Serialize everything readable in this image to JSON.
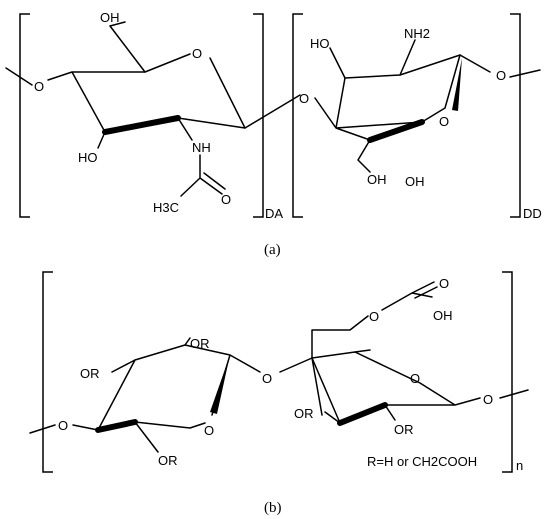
{
  "panel_a": {
    "caption": "(a)",
    "labels": {
      "left_o": "O",
      "oh_top": "OH",
      "ring1_o": "O",
      "oh_left": "HO",
      "nh": "NH",
      "carbonyl_o": "O",
      "methyl": "H3C",
      "link_o": "O",
      "ho_top": "HO",
      "nh2": "NH2",
      "ring2_o": "O",
      "right_o": "O",
      "oh_bottom1": "OH",
      "oh_bottom2": "OH",
      "da": "DA",
      "dd": "DD"
    }
  },
  "panel_b": {
    "caption": "(b)",
    "labels": {
      "ester_o": "O",
      "oh_acid": "OH",
      "ester_link_o": "O",
      "ring2_o": "O",
      "or_top": "OR",
      "or_left": "OR",
      "left_o": "O",
      "ring1_o": "O",
      "link_o": "O",
      "right_o": "O",
      "or_mid": "OR",
      "or_ring2": "OR",
      "or_bottom": "OR",
      "r_def": "R=H or CH2COOH",
      "n": "n"
    }
  }
}
